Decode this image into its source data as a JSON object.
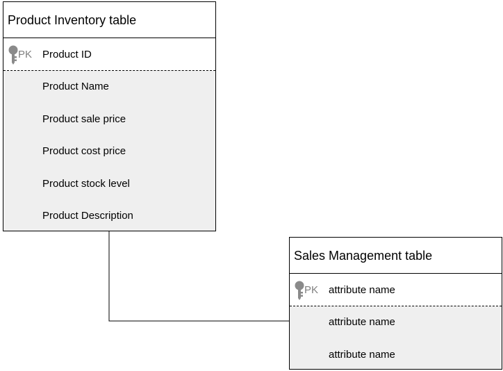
{
  "diagram": {
    "entities": [
      {
        "title": "Product Inventory table",
        "pk_marker": "PK",
        "pk_field": "Product ID",
        "attributes": [
          "Product Name",
          "Product sale price",
          "Product cost price",
          "Product stock level",
          "Product Description"
        ]
      },
      {
        "title": "Sales Management table",
        "pk_marker": "PK",
        "pk_field": "attribute name",
        "attributes": [
          "attribute name",
          "attribute name"
        ]
      }
    ],
    "colors": {
      "border": "#000000",
      "attribute_fill": "#efefef",
      "key_icon": "#8a8a8a",
      "pk_text": "#808080"
    },
    "icons": {
      "primary_key": "key-icon"
    }
  }
}
